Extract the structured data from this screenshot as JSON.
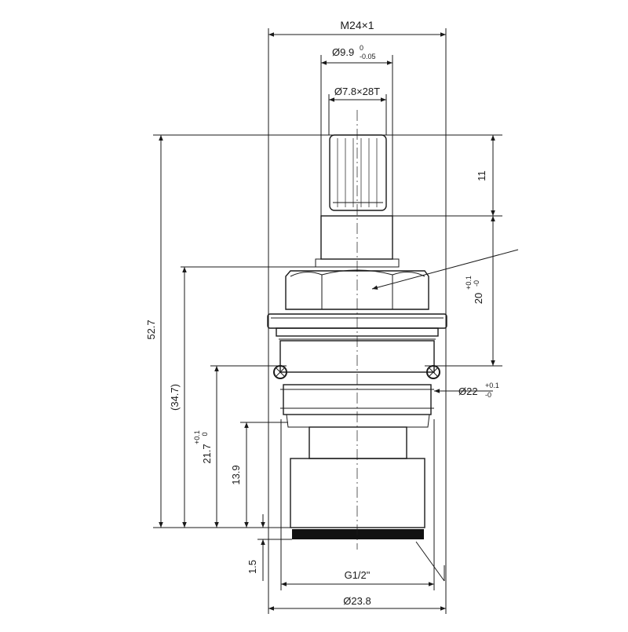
{
  "drawing": {
    "title": "",
    "dimensions": {
      "thread": "M24×1",
      "stem_diameter": "Ø9.9",
      "stem_diameter_tol_upper": "0",
      "stem_diameter_tol_lower": "-0.05",
      "spline": "Ø7.8×28T",
      "spline_height": "11",
      "stem_height": "20",
      "stem_height_tol_upper": "+0.1",
      "stem_height_tol_lower": "-0",
      "overall_height": "52.7",
      "body_height": "(34.7)",
      "seat_height": "21.7",
      "seat_height_tol_upper": "+0.1",
      "seat_height_tol_lower": "0",
      "lower_height": "13.9",
      "washer": "1.5",
      "bore": "Ø22",
      "bore_tol_upper": "+0.1",
      "bore_tol_lower": "-0",
      "base_thread": "G1/2\"",
      "base_diameter": "Ø23.8"
    }
  }
}
